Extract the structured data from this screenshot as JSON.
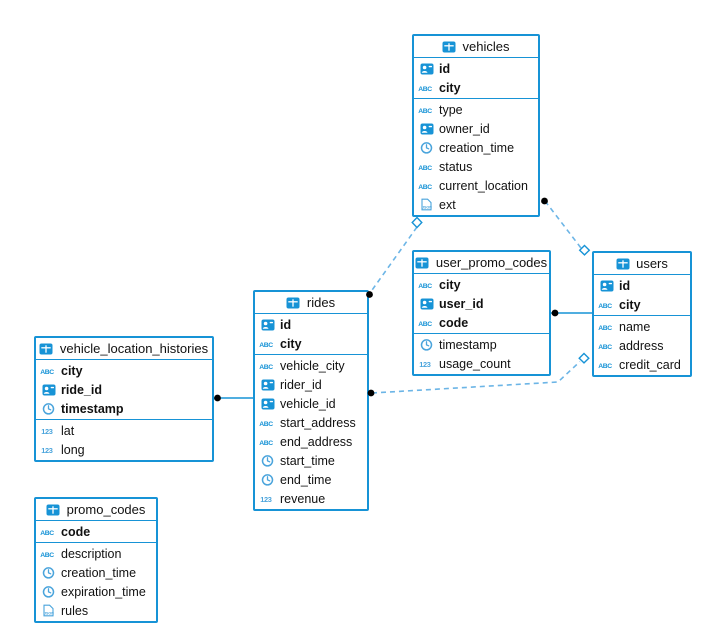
{
  "diagram": {
    "tables": [
      {
        "name": "vehicles",
        "columns": [
          {
            "name": "id",
            "icon": "id-badge",
            "key": true
          },
          {
            "name": "city",
            "icon": "abc",
            "key": true
          },
          {
            "name": "type",
            "icon": "abc",
            "key": false
          },
          {
            "name": "owner_id",
            "icon": "id-badge",
            "key": false
          },
          {
            "name": "creation_time",
            "icon": "clock",
            "key": false
          },
          {
            "name": "status",
            "icon": "abc",
            "key": false
          },
          {
            "name": "current_location",
            "icon": "abc",
            "key": false
          },
          {
            "name": "ext",
            "icon": "json",
            "key": false
          }
        ]
      },
      {
        "name": "user_promo_codes",
        "columns": [
          {
            "name": "city",
            "icon": "abc",
            "key": true
          },
          {
            "name": "user_id",
            "icon": "id-badge",
            "key": true
          },
          {
            "name": "code",
            "icon": "abc",
            "key": true
          },
          {
            "name": "timestamp",
            "icon": "clock",
            "key": false
          },
          {
            "name": "usage_count",
            "icon": "num123",
            "key": false
          }
        ]
      },
      {
        "name": "users",
        "columns": [
          {
            "name": "id",
            "icon": "id-badge",
            "key": true
          },
          {
            "name": "city",
            "icon": "abc",
            "key": true
          },
          {
            "name": "name",
            "icon": "abc",
            "key": false
          },
          {
            "name": "address",
            "icon": "abc",
            "key": false
          },
          {
            "name": "credit_card",
            "icon": "abc",
            "key": false
          }
        ]
      },
      {
        "name": "rides",
        "columns": [
          {
            "name": "id",
            "icon": "id-badge",
            "key": true
          },
          {
            "name": "city",
            "icon": "abc",
            "key": true
          },
          {
            "name": "vehicle_city",
            "icon": "abc",
            "key": false
          },
          {
            "name": "rider_id",
            "icon": "id-badge",
            "key": false
          },
          {
            "name": "vehicle_id",
            "icon": "id-badge",
            "key": false
          },
          {
            "name": "start_address",
            "icon": "abc",
            "key": false
          },
          {
            "name": "end_address",
            "icon": "abc",
            "key": false
          },
          {
            "name": "start_time",
            "icon": "clock",
            "key": false
          },
          {
            "name": "end_time",
            "icon": "clock",
            "key": false
          },
          {
            "name": "revenue",
            "icon": "num123",
            "key": false
          }
        ]
      },
      {
        "name": "vehicle_location_histories",
        "columns": [
          {
            "name": "city",
            "icon": "abc",
            "key": true
          },
          {
            "name": "ride_id",
            "icon": "id-badge",
            "key": true
          },
          {
            "name": "timestamp",
            "icon": "clock",
            "key": true
          },
          {
            "name": "lat",
            "icon": "num123",
            "key": false
          },
          {
            "name": "long",
            "icon": "num123",
            "key": false
          }
        ]
      },
      {
        "name": "promo_codes",
        "columns": [
          {
            "name": "code",
            "icon": "abc",
            "key": true
          },
          {
            "name": "description",
            "icon": "abc",
            "key": false
          },
          {
            "name": "creation_time",
            "icon": "clock",
            "key": false
          },
          {
            "name": "expiration_time",
            "icon": "clock",
            "key": false
          },
          {
            "name": "rules",
            "icon": "json",
            "key": false
          }
        ]
      }
    ],
    "connections": [
      {
        "from": "vehicle_location_histories",
        "to": "rides",
        "line": "solid",
        "from_end": "dot",
        "to_end": "none"
      },
      {
        "from": "user_promo_codes",
        "to": "users",
        "line": "solid",
        "from_end": "dot",
        "to_end": "none"
      },
      {
        "from": "vehicles",
        "to": "rides",
        "line": "dashed",
        "from_end": "diamond",
        "to_end": "dot"
      },
      {
        "from": "vehicles",
        "to": "users",
        "line": "dashed",
        "from_end": "dot",
        "to_end": "diamond"
      },
      {
        "from": "rides",
        "to": "users",
        "line": "dashed",
        "from_end": "dot",
        "to_end": "diamond"
      }
    ],
    "colors": {
      "table_border": "#1793d6",
      "icon_blue": "#1793d6",
      "icon_light_blue": "#4aa4dc",
      "dashed_line": "#6cb5e6",
      "solid_line": "#1793d6",
      "endpoint_dot": "#000000",
      "text": "#111111"
    }
  }
}
